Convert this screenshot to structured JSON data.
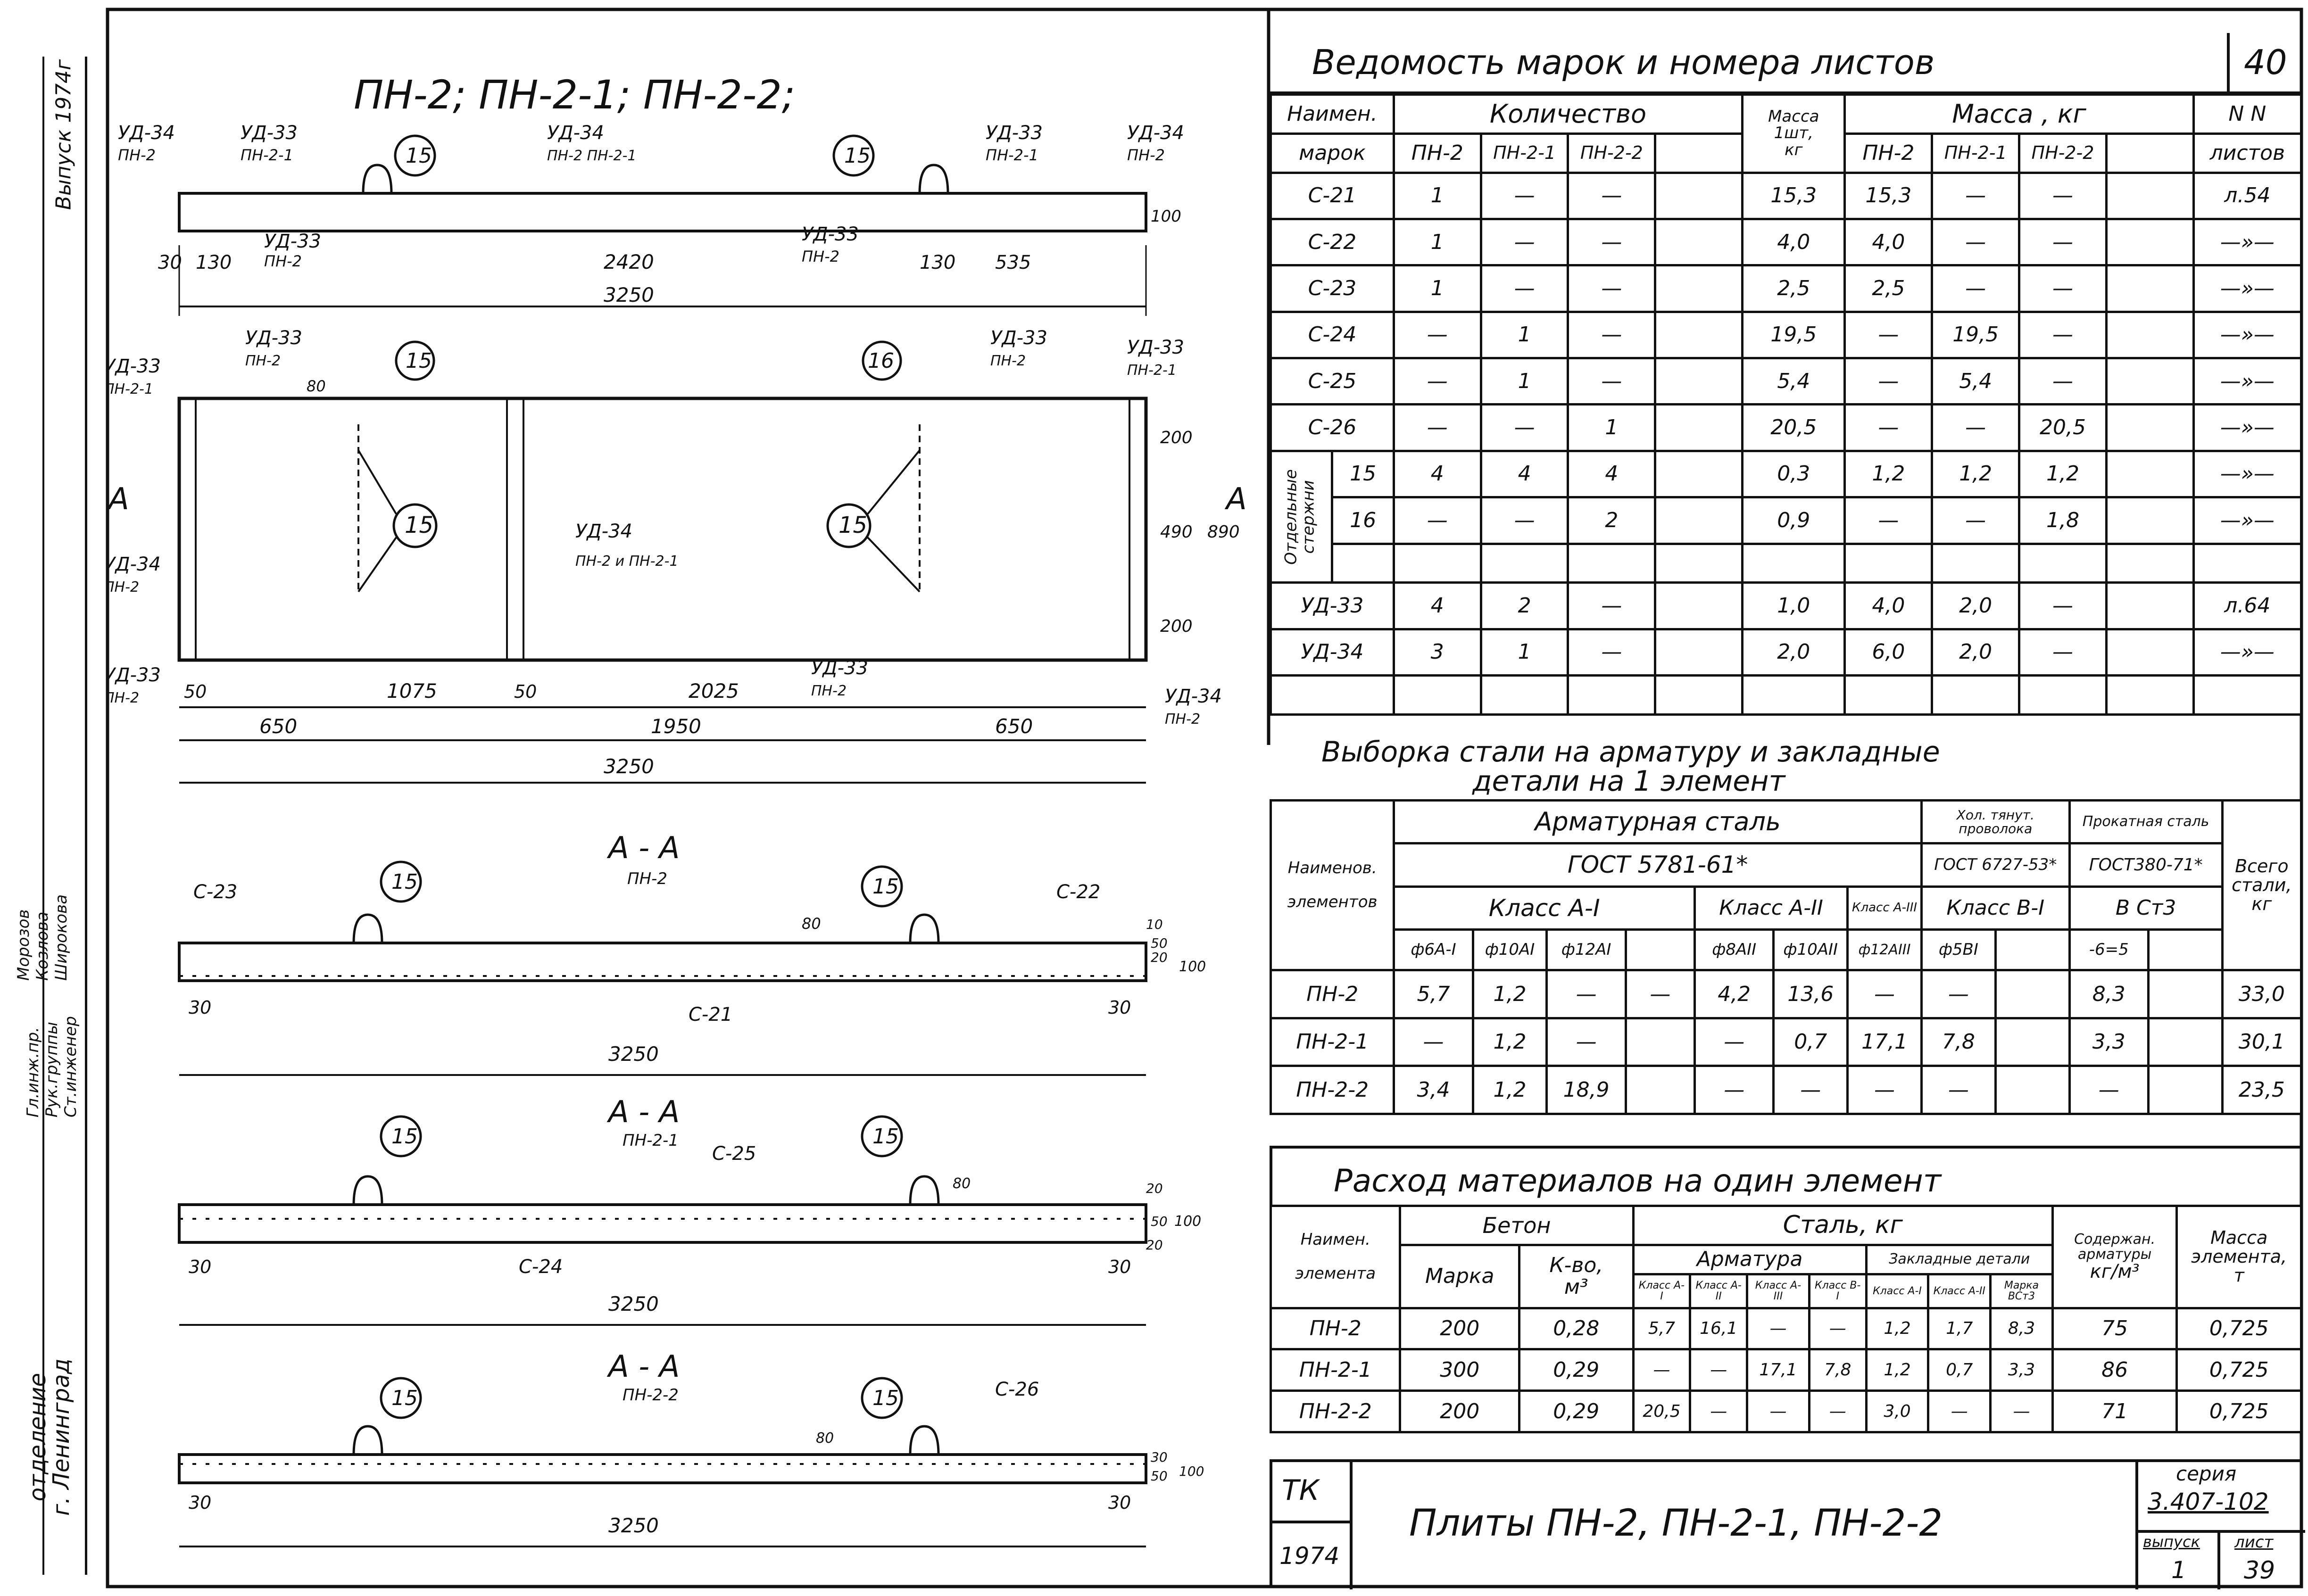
{
  "sheet_number": "40",
  "sidebar": {
    "issue_year": "Выпуск 1974г",
    "signatures": [
      {
        "role": "Гл.инж.пр.",
        "name": "Морозов"
      },
      {
        "role": "Рук.группы",
        "name": "Козлова"
      },
      {
        "role": "Ст.инженер",
        "name": "Широкова"
      }
    ],
    "org_lines": [
      "отделение",
      "г. Ленинград"
    ]
  },
  "drawings": {
    "title": "ПН-2; ПН-2-1; ПН-2-2;",
    "top": {
      "dims": [
        "30",
        "130",
        "2420",
        "130",
        "535",
        "3250",
        "100"
      ],
      "bars": [
        "15",
        "15"
      ],
      "callouts": [
        {
          "mark": "УД-34",
          "ref": "ПН-2"
        },
        {
          "mark": "УД-33",
          "ref": "ПН-2-1"
        },
        {
          "mark": "УД-34",
          "ref": "ПН-2 ПН-2-1"
        },
        {
          "mark": "УД-33",
          "ref": "ПН-2-1"
        },
        {
          "mark": "УД-34",
          "ref": "ПН-2"
        },
        {
          "mark": "УД-33",
          "ref": "ПН-2"
        },
        {
          "mark": "УД-33",
          "ref": "ПН-2"
        }
      ]
    },
    "plan": {
      "dims": [
        "50",
        "1075",
        "50",
        "2025",
        "650",
        "1950",
        "650",
        "3250",
        "200",
        "490",
        "200",
        "890",
        "80"
      ],
      "bars": [
        "15",
        "15",
        "16",
        "15"
      ],
      "section_mark": "А",
      "callouts": [
        {
          "mark": "УД-33",
          "ref": "ПН-2-1"
        },
        {
          "mark": "УД-33",
          "ref": "ПН-2"
        },
        {
          "mark": "УД-33",
          "ref": "ПН-2"
        },
        {
          "mark": "УД-33",
          "ref": "ПН-2-1"
        },
        {
          "mark": "УД-34",
          "ref": "ПН-2"
        },
        {
          "mark": "УД-34",
          "ref": "ПН-2 и ПН-2-1"
        },
        {
          "mark": "УД-33",
          "ref": "ПН-2"
        },
        {
          "mark": "УД-33",
          "ref": "ПН-2"
        },
        {
          "mark": "УД-34",
          "ref": "ПН-2"
        }
      ]
    },
    "sections": [
      {
        "title": "А - А",
        "sub": "ПН-2",
        "labels": [
          "С-23",
          "С-22",
          "С-21"
        ],
        "bars": [
          "15",
          "15"
        ],
        "dims": [
          "30",
          "30",
          "3250",
          "80",
          "100",
          "10",
          "20",
          "50"
        ]
      },
      {
        "title": "А - А",
        "sub": "ПН-2-1",
        "labels": [
          "С-25",
          "С-24"
        ],
        "bars": [
          "15",
          "15"
        ],
        "dims": [
          "30",
          "30",
          "3250",
          "80",
          "20",
          "100",
          "50",
          "20"
        ]
      },
      {
        "title": "А - А",
        "sub": "ПН-2-2",
        "labels": [
          "С-26"
        ],
        "bars": [
          "15",
          "15"
        ],
        "dims": [
          "30",
          "30",
          "3250",
          "80",
          "100",
          "30",
          "50"
        ]
      }
    ]
  },
  "table1": {
    "title": "Ведомость марок и номера листов",
    "h_name": [
      "Наимен.",
      "марок"
    ],
    "h_qty": "Количество",
    "h_mass_unit": [
      "Масса",
      "1шт,",
      "кг"
    ],
    "h_mass": "Масса , кг",
    "h_sheets": [
      "N N",
      "листов"
    ],
    "cols": [
      "ПН-2",
      "ПН-2-1",
      "ПН-2-2"
    ],
    "group_label": "Отдельные стержни",
    "rows": [
      {
        "mark": "С-21",
        "q": [
          "1",
          "—",
          "—"
        ],
        "unit": "15,3",
        "m": [
          "15,3",
          "—",
          "—"
        ],
        "sheet": "л.54"
      },
      {
        "mark": "С-22",
        "q": [
          "1",
          "—",
          "—"
        ],
        "unit": "4,0",
        "m": [
          "4,0",
          "—",
          "—"
        ],
        "sheet": "—»—"
      },
      {
        "mark": "С-23",
        "q": [
          "1",
          "—",
          "—"
        ],
        "unit": "2,5",
        "m": [
          "2,5",
          "—",
          "—"
        ],
        "sheet": "—»—"
      },
      {
        "mark": "С-24",
        "q": [
          "—",
          "1",
          "—"
        ],
        "unit": "19,5",
        "m": [
          "—",
          "19,5",
          "—"
        ],
        "sheet": "—»—"
      },
      {
        "mark": "С-25",
        "q": [
          "—",
          "1",
          "—"
        ],
        "unit": "5,4",
        "m": [
          "—",
          "5,4",
          "—"
        ],
        "sheet": "—»—"
      },
      {
        "mark": "С-26",
        "q": [
          "—",
          "—",
          "1"
        ],
        "unit": "20,5",
        "m": [
          "—",
          "—",
          "20,5"
        ],
        "sheet": "—»—"
      },
      {
        "mark": "15",
        "q": [
          "4",
          "4",
          "4"
        ],
        "unit": "0,3",
        "m": [
          "1,2",
          "1,2",
          "1,2"
        ],
        "sheet": "—»—"
      },
      {
        "mark": "16",
        "q": [
          "—",
          "—",
          "2"
        ],
        "unit": "0,9",
        "m": [
          "—",
          "—",
          "1,8"
        ],
        "sheet": "—»—"
      },
      {
        "mark": "УД-33",
        "q": [
          "4",
          "2",
          "—"
        ],
        "unit": "1,0",
        "m": [
          "4,0",
          "2,0",
          "—"
        ],
        "sheet": "л.64"
      },
      {
        "mark": "УД-34",
        "q": [
          "3",
          "1",
          "—"
        ],
        "unit": "2,0",
        "m": [
          "6,0",
          "2,0",
          "—"
        ],
        "sheet": "—»—"
      }
    ]
  },
  "table2": {
    "title_line1": "Выборка стали на арматуру и закладные",
    "title_line2": "детали на 1 элемент",
    "h_name": [
      "Наименов.",
      "элементов"
    ],
    "h_rebar": "Арматурная сталь",
    "h_gost": "ГОСТ 5781-61*",
    "h_cold": "Хол. тянут. проволока",
    "h_cold_gost": "ГОСТ 6727-53*",
    "h_rolled": "Прокатная сталь",
    "h_rolled_gost": "ГОСТ380-71*",
    "h_total": [
      "Всего",
      "стали,",
      "кг"
    ],
    "h_classes": [
      "Класс А-I",
      "Класс А-II",
      "Класс А-III",
      "Класс В-I",
      "В Ст3"
    ],
    "h_sizes": [
      "ф6А-I",
      "ф10АI",
      "ф12АI",
      "ф8АII",
      "ф10АII",
      "ф12АIII",
      "ф5ВI",
      "-6=5"
    ],
    "rows": [
      {
        "name": "ПН-2",
        "v": [
          "5,7",
          "1,2",
          "—",
          "—",
          "4,2",
          "13,6",
          "—",
          "—",
          "8,3",
          "33,0"
        ]
      },
      {
        "name": "ПН-2-1",
        "v": [
          "—",
          "1,2",
          "—",
          "—",
          "0,7",
          "17,1",
          "7,8",
          "3,3",
          "30,1"
        ]
      },
      {
        "name": "ПН-2-2",
        "v": [
          "3,4",
          "1,2",
          "18,9",
          "—",
          "—",
          "—",
          "—",
          "—",
          "23,5"
        ]
      }
    ]
  },
  "table3": {
    "title": "Расход материалов на один элемент",
    "h_name": [
      "Наимен.",
      "элемента"
    ],
    "h_concrete": "Бетон",
    "h_grade": "Марка",
    "h_volume": [
      "К-во,",
      "м³"
    ],
    "h_steel": "Сталь, кг",
    "h_armature": "Арматура",
    "h_embed": "Закладные детали",
    "h_sub": [
      "Класс А-I",
      "Класс А-II",
      "Класс А-III",
      "Класс В-I",
      "Класс А-I",
      "Класс А-II",
      "Марка ВСт3"
    ],
    "h_content": [
      "Содержан.",
      "арматуры",
      "кг/м³"
    ],
    "h_mass": [
      "Масса",
      "элемента,",
      "т"
    ],
    "rows": [
      {
        "name": "ПН-2",
        "grade": "200",
        "vol": "0,28",
        "s": [
          "5,7",
          "16,1",
          "—",
          "—",
          "1,2",
          "1,7",
          "8,3"
        ],
        "content": "75",
        "mass": "0,725"
      },
      {
        "name": "ПН-2-1",
        "grade": "300",
        "vol": "0,29",
        "s": [
          "—",
          "—",
          "17,1",
          "7,8",
          "1,2",
          "0,7",
          "3,3"
        ],
        "content": "86",
        "mass": "0,725"
      },
      {
        "name": "ПН-2-2",
        "grade": "200",
        "vol": "0,29",
        "s": [
          "20,5",
          "—",
          "—",
          "—",
          "3,0",
          "—",
          "—"
        ],
        "content": "71",
        "mass": "0,725"
      }
    ]
  },
  "title_block": {
    "org": "ТК",
    "year": "1974",
    "title": "Плиты ПН-2, ПН-2-1, ПН-2-2",
    "series_label": "серия",
    "series": "3.407-102",
    "issue_label": "выпуск",
    "issue": "1",
    "sheet_label": "лист",
    "sheet": "39"
  }
}
